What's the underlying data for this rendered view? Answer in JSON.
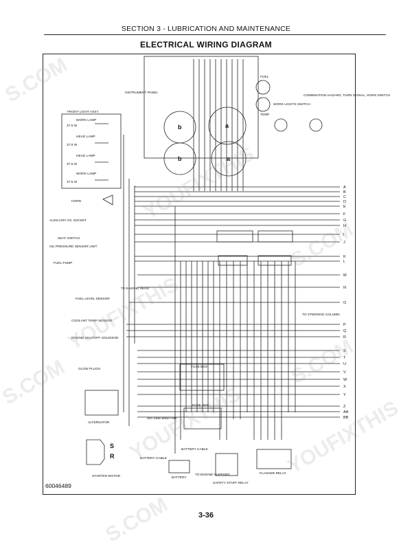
{
  "header": {
    "section": "SECTION 3 - LUBRICATION AND MAINTENANCE",
    "title": "ELECTRICAL WIRING DIAGRAM"
  },
  "footer": {
    "part_number": "60046489",
    "page_number": "3-36"
  },
  "watermarks": [
    "YOUFIXTHIS",
    "YOUFIXTHIS",
    "YOUFIXTHIS",
    "YOUFIXTHIS",
    "S.COM",
    "S.COM",
    "S.COM",
    "S.COM",
    "S.COM"
  ],
  "components": {
    "instrument_panel": "INSTRUMENT PANEL",
    "front_light_assy": "FRONT LIGHT ASSY.",
    "work_lamp": "WORK LAMP",
    "head_lamp": "HEAD LAMP",
    "lamp_watt": "37.5 W",
    "horn": "HORN",
    "auxiliary_socket": "AUXILIARY DC SOCKET",
    "seat_switch": "SEAT SWITCH",
    "oil_pressure": "OIL PRESSURE SENSOR UNIT",
    "fuel_pump": "FUEL PUMP",
    "to_engine_head": "TO ENGINE HEAD",
    "fuel_level": "FUEL LEVEL SENSOR",
    "coolant_temp": "COOLANT TEMP SENSOR",
    "engine_shutoff": "ENGINE SHUTOFF SOLENOID",
    "glow_plugs": "GLOW PLUGS",
    "alternator": "ALTERNATOR",
    "starter_motor": "STARTER MOTOR",
    "battery_cable": "BATTERY CABLE",
    "battery": "BATTERY",
    "to_engine_support": "TO ENGINE SUPPORT",
    "safety_start_relay": "SAFETY START RELAY",
    "flasher_relay": "FLASHER RELAY",
    "fuse_box": "FUSE BOX",
    "slow_blow_fuse": "40A Slow Blow Fuse",
    "work_lights_switch": "WORK LIGHTS SWITCH",
    "combination_switch": "COMBINATION HAZARD, TURN SIGNAL, HORN SWITCH",
    "to_steering_column": "TO STEERING COLUMN",
    "fuel": "FUEL",
    "temp": "TEMP",
    "gauge_a": "a",
    "gauge_b": "b",
    "starter_s": "S",
    "starter_r": "R"
  },
  "bus_letters": [
    "A",
    "B",
    "C",
    "D",
    "E",
    "F",
    "G",
    "H",
    "I",
    "J",
    "K",
    "L",
    "M",
    "N",
    "O",
    "P",
    "Q",
    "R",
    "S",
    "T",
    "U",
    "V",
    "W",
    "X",
    "Y",
    "Z",
    "AA",
    "BB"
  ]
}
